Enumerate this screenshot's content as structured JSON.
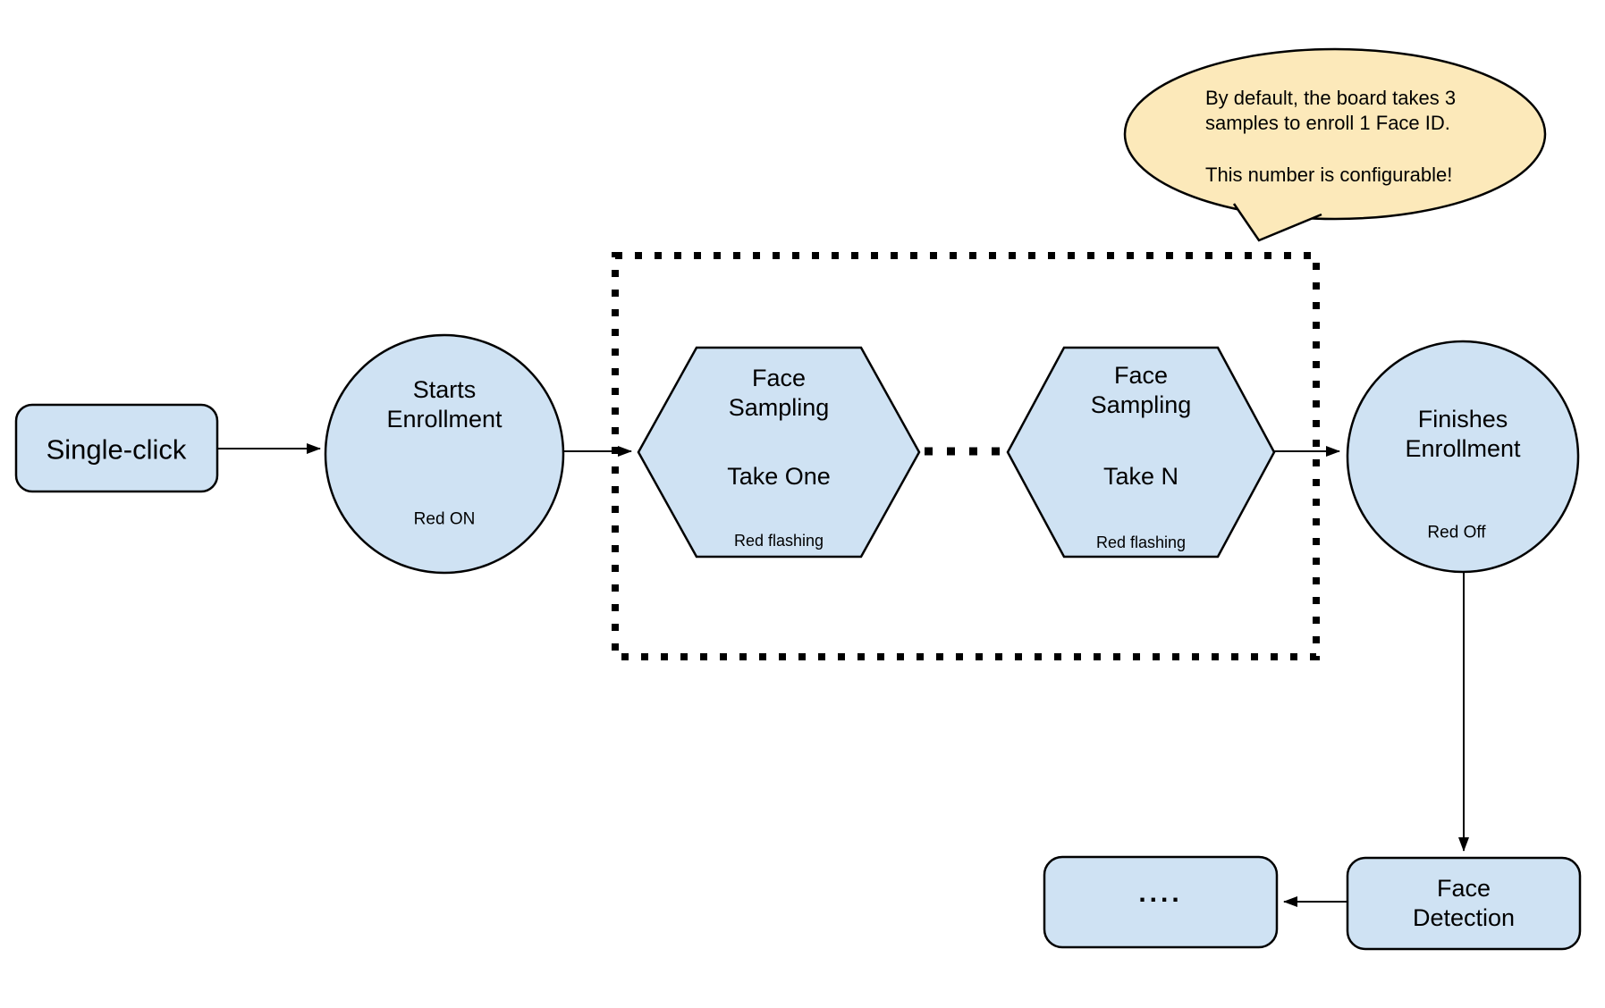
{
  "colors": {
    "node_fill": "#CFE2F3",
    "node_stroke": "#000000",
    "bubble_fill": "#FCE9BA",
    "line": "#000000",
    "background": "#FFFFFF"
  },
  "nodes": {
    "single_click": {
      "label": "Single-click"
    },
    "starts_enrollment": {
      "line1": "Starts",
      "line2": "Enrollment",
      "note": "Red ON"
    },
    "face_sampling_one": {
      "line1": "Face",
      "line2": "Sampling",
      "action": "Take One",
      "note": "Red flashing"
    },
    "face_sampling_n": {
      "line1": "Face",
      "line2": "Sampling",
      "action": "Take N",
      "note": "Red flashing"
    },
    "finishes_enrollment": {
      "line1": "Finishes",
      "line2": "Enrollment",
      "note": "Red Off"
    },
    "face_detection": {
      "line1": "Face",
      "line2": "Detection"
    },
    "continuation": {
      "label": "...."
    }
  },
  "callout": {
    "line1": "By default, the board takes 3",
    "line2": "samples to enroll 1 Face ID.",
    "line3": "This number is configurable!"
  }
}
